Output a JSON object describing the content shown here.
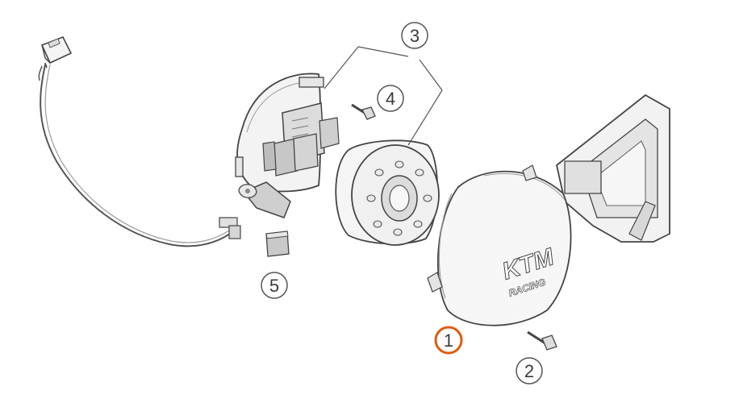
{
  "diagram": {
    "callouts": [
      {
        "id": "1",
        "label": "1",
        "highlighted": true
      },
      {
        "id": "2",
        "label": "2",
        "highlighted": false
      },
      {
        "id": "3",
        "label": "3",
        "highlighted": false
      },
      {
        "id": "4",
        "label": "4",
        "highlighted": false
      },
      {
        "id": "5",
        "label": "5",
        "highlighted": false
      }
    ],
    "cover_logo": "KTM",
    "cover_logo_sub": "RACING"
  },
  "colors": {
    "line": "#444444",
    "stroke_light": "#8a8a8a",
    "fill_light": "#f2f2f2",
    "fill_mid": "#d9d9d9",
    "fill_dark": "#b5b5b5",
    "highlight": "#e05a10"
  }
}
